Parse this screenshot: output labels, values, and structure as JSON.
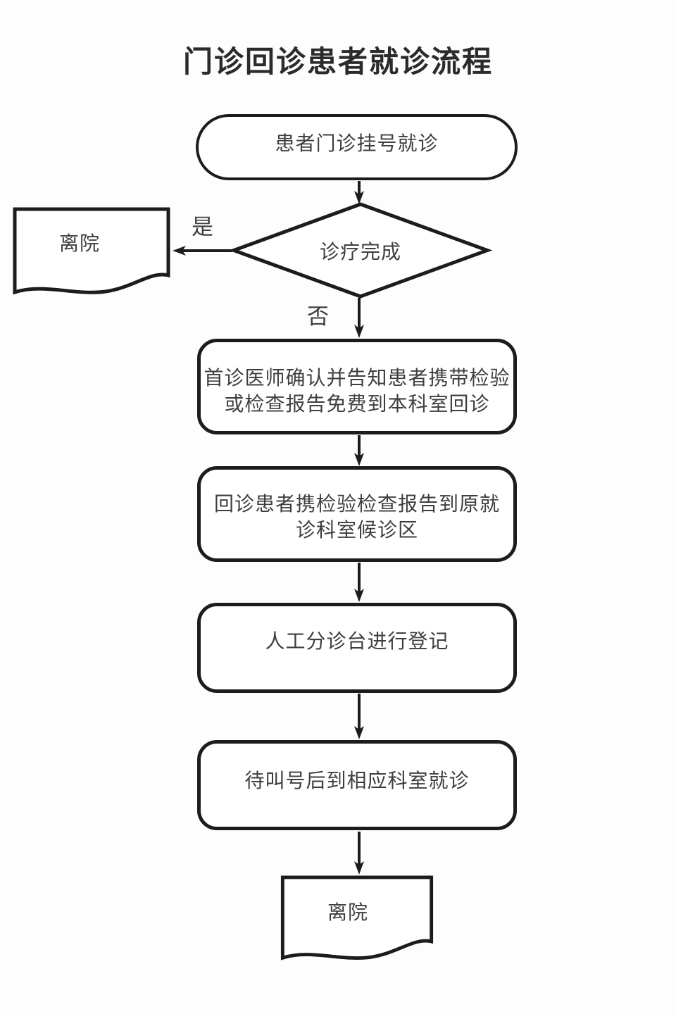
{
  "title": "门诊回诊患者就诊流程",
  "colors": {
    "background": "#fdfdfd",
    "stroke": "#1c1c1c",
    "text": "#3e3e3e",
    "title-text": "#2b2b2b"
  },
  "nodes": {
    "start": {
      "shape": "stadium",
      "label": "患者门诊挂号就诊"
    },
    "decision": {
      "shape": "diamond",
      "label": "诊疗完成"
    },
    "exit_left": {
      "shape": "document",
      "label": "离院"
    },
    "step1": {
      "shape": "process",
      "line1": "首诊医师确认并告知患者携带检验",
      "line2": "或检查报告免费到本科室回诊"
    },
    "step2": {
      "shape": "process",
      "line1": "回诊患者携检验检查报告到原就",
      "line2": "诊科室候诊区"
    },
    "step3": {
      "shape": "process",
      "label": "人工分诊台进行登记"
    },
    "step4": {
      "shape": "process",
      "label": "待叫号后到相应科室就诊"
    },
    "end": {
      "shape": "document",
      "label": "离院"
    }
  },
  "edges": {
    "yes_label": "是",
    "no_label": "否"
  }
}
